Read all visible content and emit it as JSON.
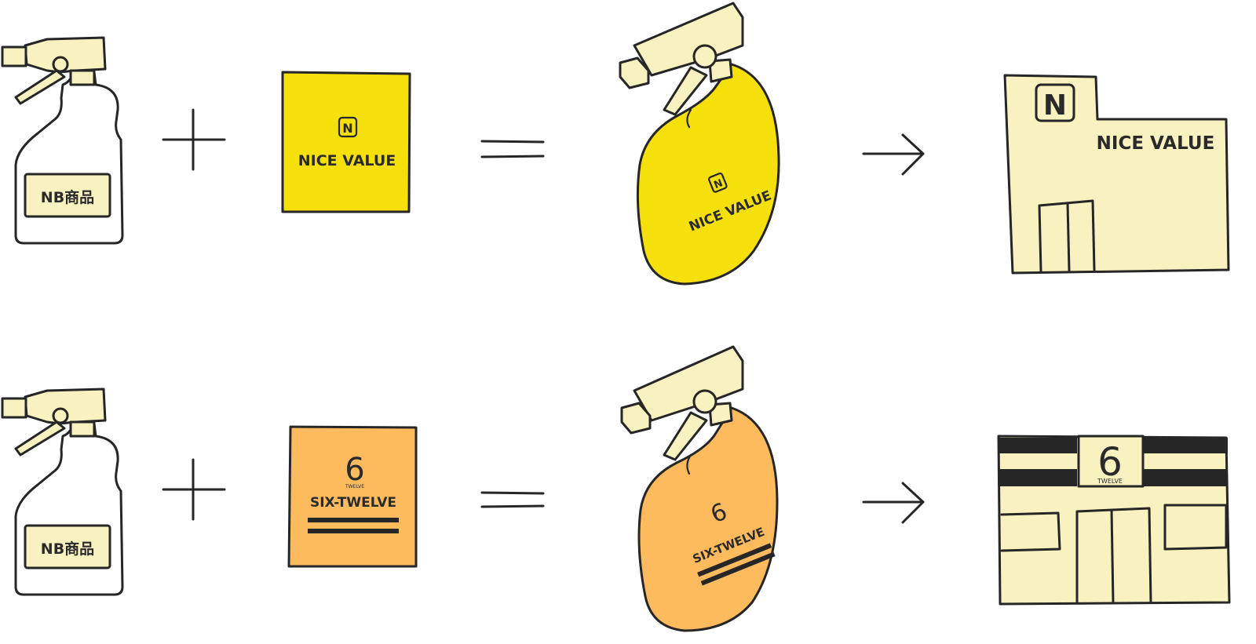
{
  "colors": {
    "cream": "#f8f1c0",
    "yellow": "#f5e00c",
    "orange": "#fdbb5e",
    "ink": "#262626",
    "bottle_white": "#ffffff"
  },
  "rows": [
    {
      "nb_label": "NB商品",
      "plus": "+",
      "equals": "=",
      "arrow": "→",
      "brand_name": "NICE VALUE",
      "brand_mark": "N",
      "brand_color": "#f5e00c",
      "store_name": "NICE VALUE",
      "store_mark": "N"
    },
    {
      "nb_label": "NB商品",
      "plus": "+",
      "equals": "=",
      "arrow": "→",
      "brand_name": "SIX-TWELVE",
      "brand_mark": "6",
      "brand_sub": "TWELVE",
      "brand_color": "#fdbb5e",
      "store_mark": "6",
      "store_sub": "TWELVE"
    }
  ]
}
